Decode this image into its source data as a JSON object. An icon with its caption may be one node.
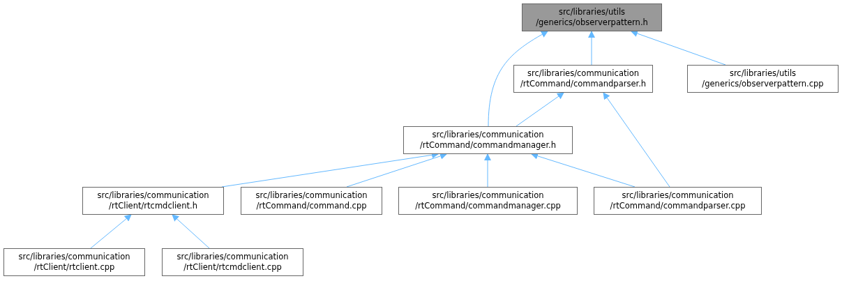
{
  "diagram": {
    "nodes": [
      {
        "text": [
          "src/libraries/utils /generics/observerpattern.h"
        ]
      },
      {
        "text": [
          "src/libraries/communication /rtCommand/commandparser.h"
        ]
      },
      {
        "text": [
          "src/libraries/utils /generics/observerpattern.cpp"
        ]
      },
      {
        "text": [
          "src/libraries/communication /rtCommand/commandmanager.h"
        ]
      },
      {
        "text": [
          "src/libraries/communication /rtClient/rtcmdclient.h"
        ]
      },
      {
        "text": [
          "src/libraries/communication /rtCommand/command.cpp"
        ]
      },
      {
        "text": [
          "src/libraries/communication /rtCommand/commandmanager.cpp"
        ]
      },
      {
        "text": [
          "src/libraries/communication /rtCommand/commandparser.cpp"
        ]
      },
      {
        "text": [
          "src/libraries/communication /rtClient/rtclient.cpp"
        ]
      },
      {
        "text": [
          "src/libraries/communication /rtClient/rtcmdclient.cpp"
        ]
      }
    ],
    "edges": [
      {
        "from": 3,
        "to": 0,
        "arrow": "to"
      },
      {
        "from": 1,
        "to": 0,
        "arrow": "to"
      },
      {
        "from": 2,
        "to": 0,
        "arrow": "to"
      },
      {
        "from": 3,
        "to": 1,
        "arrow": "to"
      },
      {
        "from": 7,
        "to": 1,
        "arrow": "to"
      },
      {
        "from": 4,
        "to": 3,
        "arrow": "to"
      },
      {
        "from": 5,
        "to": 3,
        "arrow": "to"
      },
      {
        "from": 6,
        "to": 3,
        "arrow": "to"
      },
      {
        "from": 7,
        "to": 3,
        "arrow": "to"
      },
      {
        "from": 8,
        "to": 4,
        "arrow": "to"
      },
      {
        "from": 9,
        "to": 4,
        "arrow": "to"
      }
    ]
  }
}
